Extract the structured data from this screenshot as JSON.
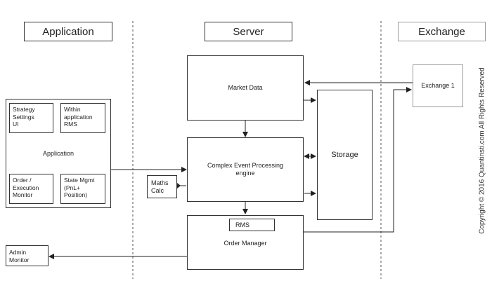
{
  "headers": {
    "application": "Application",
    "server": "Server",
    "exchange": "Exchange"
  },
  "nodes": {
    "market_data": "Market Data",
    "cep_line1": "Complex Event Processing",
    "cep_line2": "engine",
    "storage": "Storage",
    "rms": "RMS",
    "order_manager": "Order Manager",
    "exchange1": "Exchange 1",
    "maths_calc_line1": "Maths",
    "maths_calc_line2": "Calc",
    "admin_monitor_line1": "Admin",
    "admin_monitor_line2": "Monitor",
    "application": "Application",
    "strategy_l1": "Strategy",
    "strategy_l2": "Settings",
    "strategy_l3": "UI",
    "within_l1": "Within",
    "within_l2": "application",
    "within_l3": "RMS",
    "order_exec_l1": "Order /",
    "order_exec_l2": "Execution",
    "order_exec_l3": "Monitor",
    "state_l1": "State Mgmt",
    "state_l2": "(PnL+",
    "state_l3": "Position)"
  },
  "copyright": "Copyright © 2016 Quantinsti.com All Rights Reserved"
}
